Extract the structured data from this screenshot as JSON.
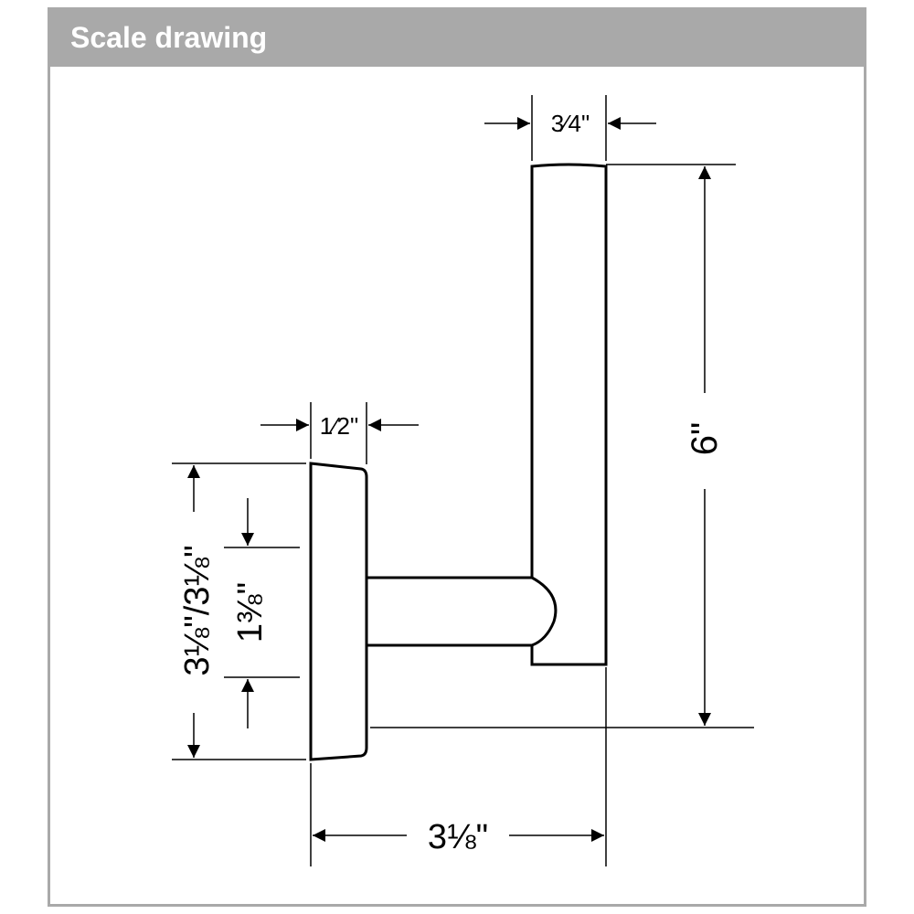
{
  "header": {
    "title": "Scale drawing"
  },
  "dimensions": {
    "arm_width": "3⁄4\"",
    "height": "6\"",
    "plate_depth": "1⁄2\"",
    "plate_height": "3⅛\"/3⅛\"",
    "mount_spacing": "1⅜\"",
    "projection": "3⅛\""
  },
  "colors": {
    "title_bar": "#a9a9a9",
    "title_text": "#ffffff",
    "line": "#000000"
  }
}
